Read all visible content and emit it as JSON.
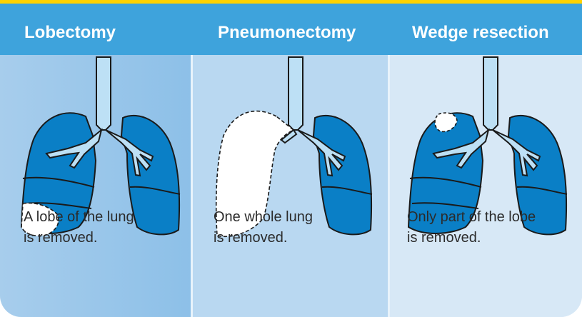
{
  "columns": [
    {
      "title": "Lobectomy",
      "caption_line1": "A lobe of the lung",
      "caption_line2": "is removed."
    },
    {
      "title": "Pneumonectomy",
      "caption_line1": "One whole lung",
      "caption_line2": "is removed."
    },
    {
      "title": "Wedge resection",
      "caption_line1": "Only part of the lobe",
      "caption_line2": "is removed."
    }
  ],
  "colors": {
    "header": "#3ea3dc",
    "accent_line": "#ffd200",
    "lung": "#0a7fc6",
    "outline": "#1a1a1a",
    "removed": "#ffffff"
  }
}
